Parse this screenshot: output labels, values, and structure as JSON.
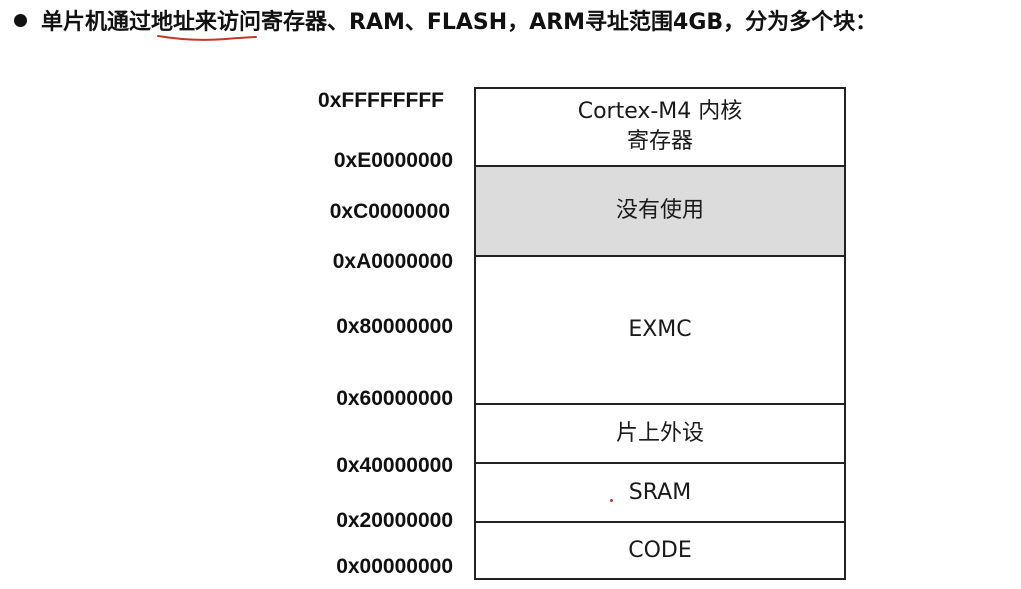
{
  "heading": {
    "text": "单片机通过地址来访问寄存器、RAM、FLASH，ARM寻址范围4GB，分为多个块："
  },
  "memory_map": {
    "addresses": [
      "0xFFFFFFFF",
      "0xE0000000",
      "0xC0000000",
      "0xA0000000",
      "0x80000000",
      "0x60000000",
      "0x40000000",
      "0x20000000",
      "0x00000000"
    ],
    "blocks": [
      {
        "label": "Cortex-M4 内核\n寄存器",
        "shaded": false
      },
      {
        "label": "没有使用",
        "shaded": true
      },
      {
        "label": "EXMC",
        "shaded": false
      },
      {
        "label": "片上外设",
        "shaded": false
      },
      {
        "label": "SRAM",
        "shaded": false
      },
      {
        "label": "CODE",
        "shaded": false
      }
    ]
  },
  "colors": {
    "shaded_block": "#dcdcdc",
    "border": "#222222",
    "annotation_ink": "#c0392b"
  }
}
